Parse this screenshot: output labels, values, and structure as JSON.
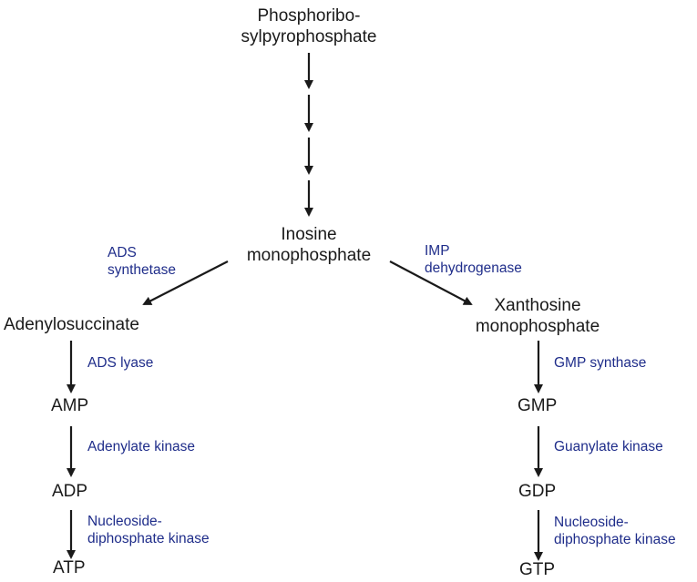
{
  "colors": {
    "metabolite": "#1a1a1a",
    "enzyme": "#1f2d8a",
    "arrow": "#1a1a1a",
    "background": "#ffffff"
  },
  "metabolites": {
    "prpp": {
      "line1": "Phosphoribo-",
      "line2": "sylpyrophosphate"
    },
    "imp": {
      "line1": "Inosine",
      "line2": "monophosphate"
    },
    "adenylosuccinate": "Adenylosuccinate",
    "xmp": {
      "line1": "Xanthosine",
      "line2": "monophosphate"
    },
    "amp": "AMP",
    "adp": "ADP",
    "atp": "ATP",
    "gmp": "GMP",
    "gdp": "GDP",
    "gtp": "GTP"
  },
  "enzymes": {
    "ads_synthetase": {
      "line1": "ADS",
      "line2": "synthetase"
    },
    "imp_dehydrogenase": {
      "line1": "IMP",
      "line2": "dehydrogenase"
    },
    "ads_lyase": "ADS lyase",
    "adenylate_kinase": "Adenylate kinase",
    "ndk_left": {
      "line1": "Nucleoside-",
      "line2": "diphosphate kinase"
    },
    "gmp_synthase": "GMP synthase",
    "guanylate_kinase": "Guanylate kinase",
    "ndk_right": {
      "line1": "Nucleoside-",
      "line2": "diphosphate kinase"
    }
  }
}
